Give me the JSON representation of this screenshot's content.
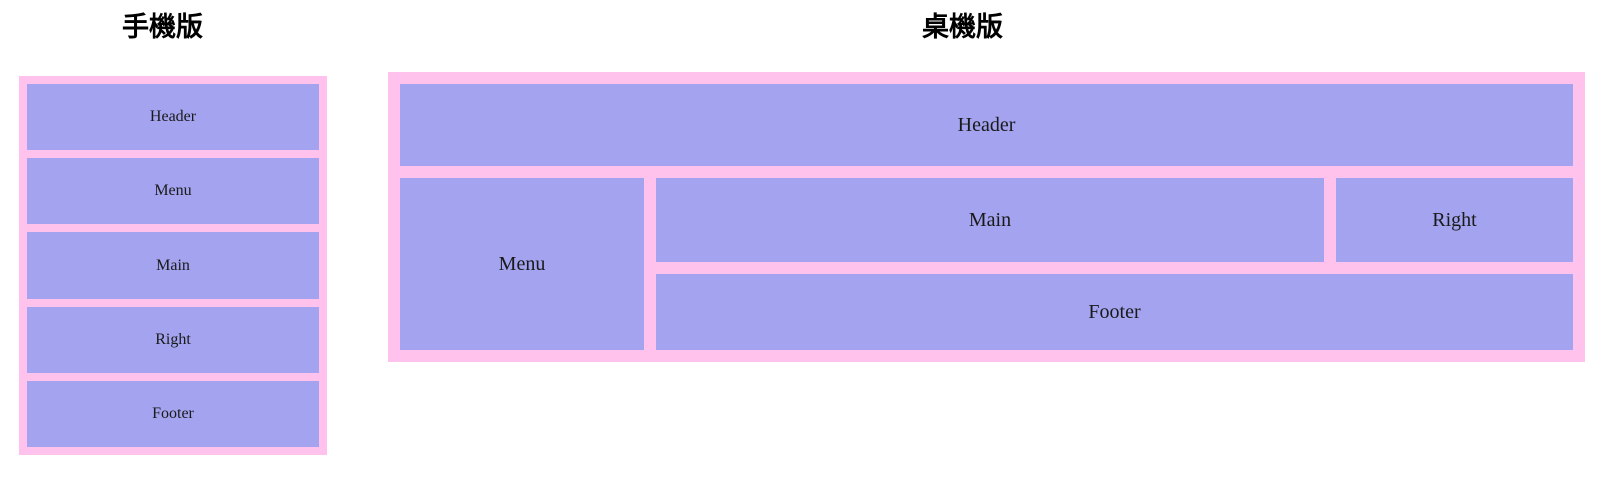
{
  "page": {
    "background_color": "#ffffff",
    "text_color": "#1a1a1a"
  },
  "colors": {
    "container_pink": "#ffc2ec",
    "block_purple": "#a3a3ef",
    "title_black": "#000000"
  },
  "mobile": {
    "title": "手機版",
    "blocks": [
      {
        "label": "Header"
      },
      {
        "label": "Menu"
      },
      {
        "label": "Main"
      },
      {
        "label": "Right"
      },
      {
        "label": "Footer"
      }
    ]
  },
  "desktop": {
    "title": "桌機版",
    "blocks": {
      "header": {
        "label": "Header"
      },
      "menu": {
        "label": "Menu"
      },
      "main": {
        "label": "Main"
      },
      "right": {
        "label": "Right"
      },
      "footer": {
        "label": "Footer"
      }
    }
  }
}
